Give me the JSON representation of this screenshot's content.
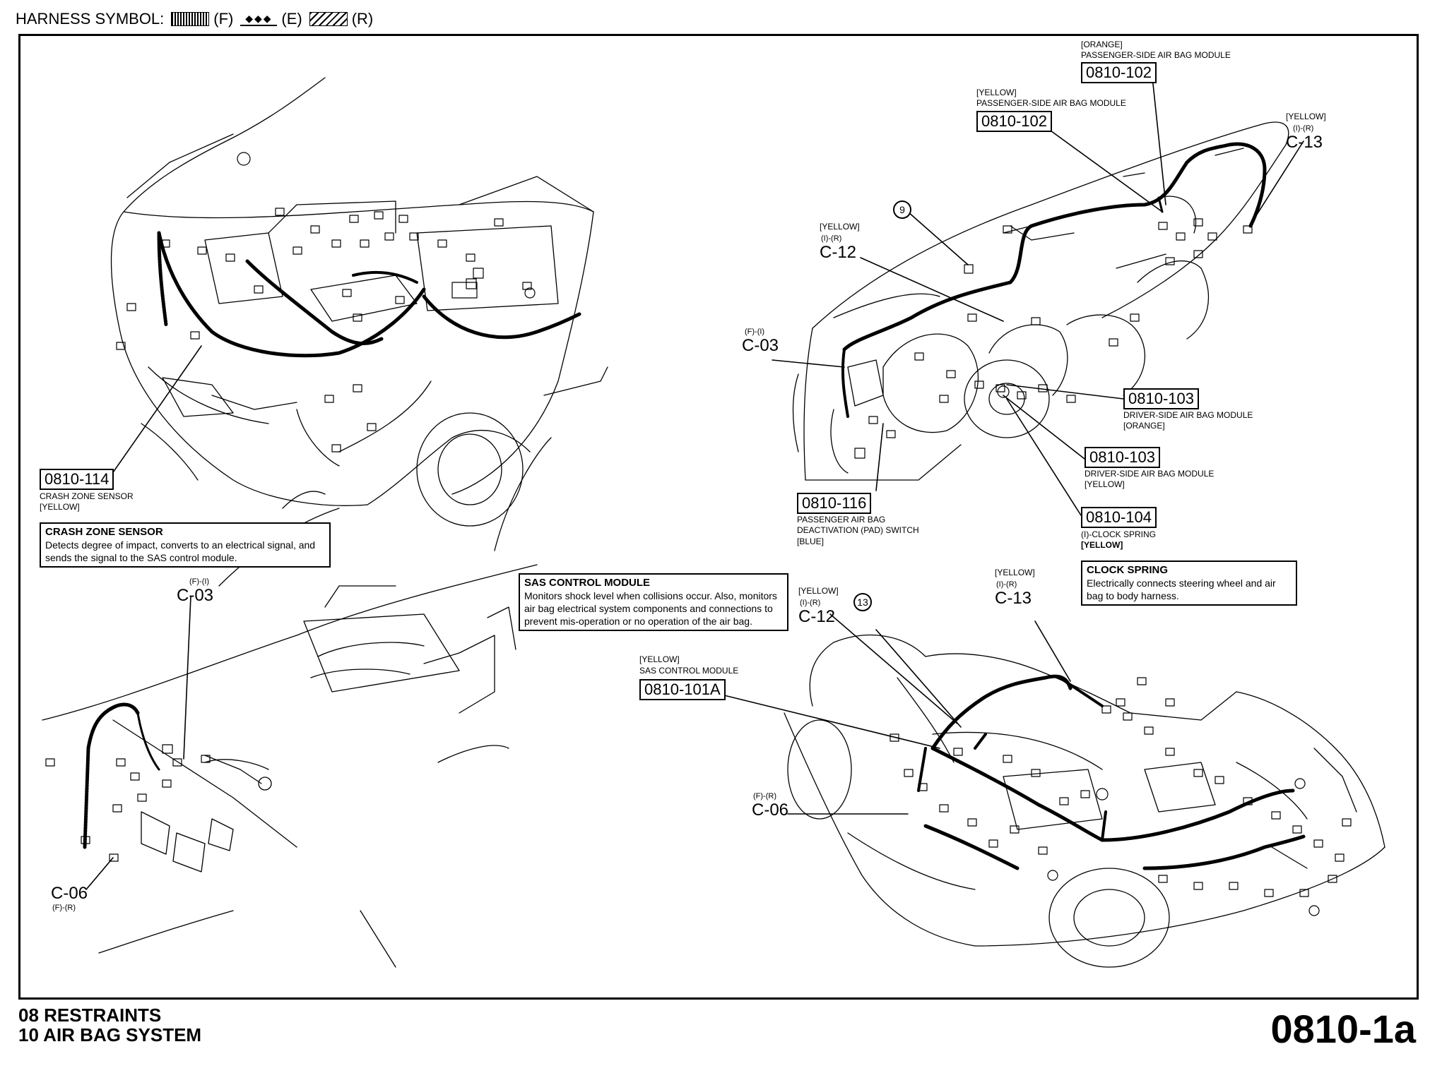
{
  "legend": {
    "label": "HARNESS SYMBOL:",
    "items": [
      {
        "symbol": "grid-pattern",
        "text": "(F)"
      },
      {
        "symbol": "diamond-line",
        "text": "(E)"
      },
      {
        "symbol": "hatch-pattern",
        "text": "(R)"
      }
    ]
  },
  "callouts": {
    "c0810_114": {
      "code": "0810-114",
      "line1": "CRASH ZONE SENSOR",
      "line2": "[YELLOW]"
    },
    "c0810_102_orange": {
      "note": "[ORANGE]",
      "desc": "PASSENGER-SIDE AIR BAG MODULE",
      "code": "0810-102"
    },
    "c0810_102_yellow": {
      "note": "[YELLOW]",
      "desc": "PASSENGER-SIDE AIR BAG MODULE",
      "code": "0810-102"
    },
    "c0810_103_orange": {
      "code": "0810-103",
      "desc": "DRIVER-SIDE AIR BAG MODULE",
      "note": "[ORANGE]"
    },
    "c0810_103_yellow": {
      "code": "0810-103",
      "desc": "DRIVER-SIDE AIR BAG MODULE",
      "note": "[YELLOW]"
    },
    "c0810_104": {
      "code": "0810-104",
      "desc": "(I)-CLOCK SPRING",
      "note": "[YELLOW]"
    },
    "c0810_116": {
      "code": "0810-116",
      "line1": "PASSENGER AIR BAG",
      "line2": "DEACTIVATION (PAD) SWITCH",
      "line3": "[BLUE]"
    },
    "c0810_101a": {
      "note": "[YELLOW]",
      "desc": "SAS CONTROL MODULE",
      "code": "0810-101A"
    }
  },
  "connectors": {
    "c13_top": {
      "note": "[YELLOW]",
      "tag": "(I)-(R)",
      "label": "C-13"
    },
    "c12_top": {
      "note": "[YELLOW]",
      "tag": "(I)-(R)",
      "label": "C-12"
    },
    "c03_top": {
      "tag": "(F)-(I)",
      "label": "C-03"
    },
    "c03_bottom": {
      "tag": "(F)-(I)",
      "label": "C-03"
    },
    "c06_bottom": {
      "label": "C-06",
      "tag": "(F)-(R)"
    },
    "c12_bottom": {
      "note": "[YELLOW]",
      "tag": "(I)-(R)",
      "label": "C-12"
    },
    "c13_bottom": {
      "note": "[YELLOW]",
      "tag": "(I)-(R)",
      "label": "C-13"
    },
    "c06_right": {
      "tag": "(F)-(R)",
      "label": "C-06"
    }
  },
  "markers": {
    "nine": "9",
    "thirteen": "13"
  },
  "info_boxes": {
    "crash_zone": {
      "title": "CRASH ZONE SENSOR",
      "text": "Detects degree of impact, converts to an electrical signal, and sends the signal to the SAS control module."
    },
    "sas": {
      "title": "SAS CONTROL MODULE",
      "text": "Monitors shock level when collisions occur. Also, monitors air bag electrical system components and connections to prevent mis-operation or no operation of the air bag."
    },
    "clock_spring": {
      "title": "CLOCK SPRING",
      "text": "Electrically connects steering wheel and air bag to body harness."
    }
  },
  "footer": {
    "line1": "08  RESTRAINTS",
    "line2": "10  AIR BAG SYSTEM",
    "page": "0810-1a"
  }
}
